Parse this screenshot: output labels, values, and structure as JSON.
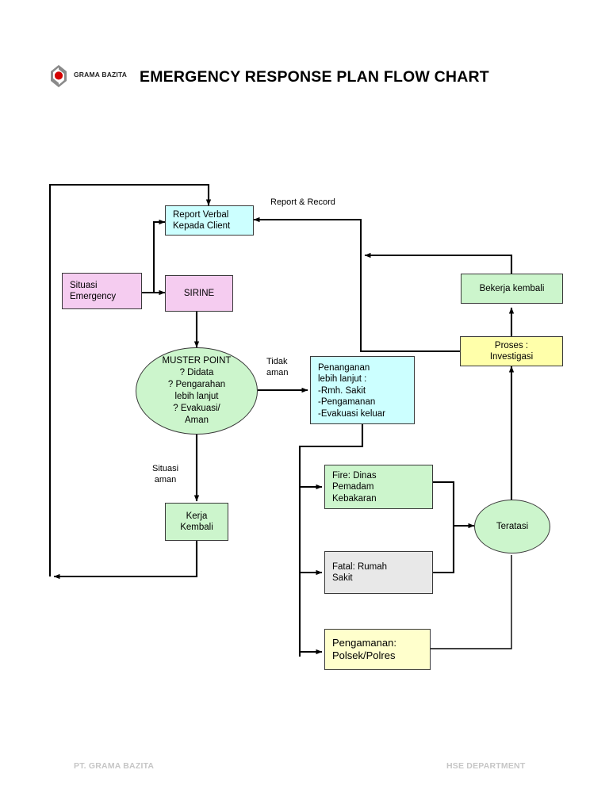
{
  "header": {
    "title": "EMERGENCY RESPONSE PLAN FLOW CHART",
    "logo_text": "GRAMA BAZITA",
    "logo_icon": "grama-bazita-diamond-logo"
  },
  "colors": {
    "cyan": "#ccffff",
    "pink": "#f5ccf0",
    "green": "#ccf5cc",
    "yellow": "#ffffaa",
    "cream": "#ffffcc",
    "gray": "#e8e8e8",
    "stroke": "#3a3a3a",
    "line": "#000000",
    "footer": "#c6c6c6",
    "logo_red": "#d40000",
    "logo_gray": "#808080"
  },
  "chart_data": {
    "type": "diagram",
    "title": "EMERGENCY RESPONSE PLAN FLOW CHART",
    "nodes": [
      {
        "id": "report-verbal",
        "label": "Report Verbal\nKepada Client",
        "shape": "rect",
        "fill": "#ccffff",
        "align": "left"
      },
      {
        "id": "situasi-emergency",
        "label": "Situasi\nEmergency",
        "shape": "rect",
        "fill": "#f5ccf0",
        "align": "left"
      },
      {
        "id": "sirine",
        "label": "SIRINE",
        "shape": "rect",
        "fill": "#f5ccf0",
        "align": "center"
      },
      {
        "id": "muster-point",
        "label": "MUSTER POINT\n? Didata\n? Pengarahan\nlebih lanjut\n? Evakuasi/\nAman",
        "shape": "ellipse",
        "fill": "#ccf5cc",
        "align": "center"
      },
      {
        "id": "penanganan",
        "label": "Penanganan\nlebih lanjut :\n-Rmh. Sakit\n-Pengamanan\n-Evakuasi keluar",
        "shape": "rect",
        "fill": "#ccffff",
        "align": "left"
      },
      {
        "id": "kerja-kembali",
        "label": "Kerja\nKembali",
        "shape": "rect",
        "fill": "#ccf5cc",
        "align": "center"
      },
      {
        "id": "fire-dinas",
        "label": "Fire: Dinas\n        Pemadam\n        Kebakaran",
        "shape": "rect",
        "fill": "#ccf5cc",
        "align": "left"
      },
      {
        "id": "fatal-rumah",
        "label": "Fatal: Rumah\n         Sakit",
        "shape": "rect",
        "fill": "#e8e8e8",
        "align": "left"
      },
      {
        "id": "pengamanan",
        "label": "Pengamanan:\nPolsek/Polres",
        "shape": "rect",
        "fill": "#ffffcc",
        "align": "left"
      },
      {
        "id": "teratasi",
        "label": "Teratasi",
        "shape": "ellipse",
        "fill": "#ccf5cc",
        "align": "center"
      },
      {
        "id": "proses-investigasi",
        "label": "Proses :\n   Investigasi",
        "shape": "rect",
        "fill": "#ffffaa",
        "align": "center"
      },
      {
        "id": "bekerja-kembali",
        "label": "Bekerja kembali",
        "shape": "rect",
        "fill": "#ccf5cc",
        "align": "center"
      }
    ],
    "edge_labels": [
      {
        "id": "report-record",
        "text": "Report & Record"
      },
      {
        "id": "tidak-aman",
        "text": "Tidak\naman"
      },
      {
        "id": "situasi-aman",
        "text": "Situasi\naman"
      }
    ],
    "edges": [
      {
        "from": "situasi-emergency",
        "to": "sirine"
      },
      {
        "from": "situasi-emergency",
        "to": "report-verbal"
      },
      {
        "from": "sirine",
        "to": "muster-point"
      },
      {
        "from": "muster-point",
        "to": "penanganan",
        "label": "Tidak aman"
      },
      {
        "from": "muster-point",
        "to": "kerja-kembali",
        "label": "Situasi aman"
      },
      {
        "from": "penanganan",
        "to": "fire-dinas"
      },
      {
        "from": "penanganan",
        "to": "fatal-rumah"
      },
      {
        "from": "penanganan",
        "to": "pengamanan"
      },
      {
        "from": "fire-dinas",
        "to": "teratasi"
      },
      {
        "from": "fatal-rumah",
        "to": "teratasi"
      },
      {
        "from": "pengamanan",
        "to": "teratasi"
      },
      {
        "from": "teratasi",
        "to": "proses-investigasi"
      },
      {
        "from": "proses-investigasi",
        "to": "bekerja-kembali"
      },
      {
        "from": "proses-investigasi",
        "to": "report-verbal",
        "label": "Report & Record"
      },
      {
        "from": "bekerja-kembali",
        "to": "report-verbal"
      },
      {
        "from": "kerja-kembali",
        "to": "report-verbal"
      }
    ]
  },
  "footer": {
    "left": "PT. GRAMA BAZITA",
    "right": "HSE DEPARTMENT"
  }
}
